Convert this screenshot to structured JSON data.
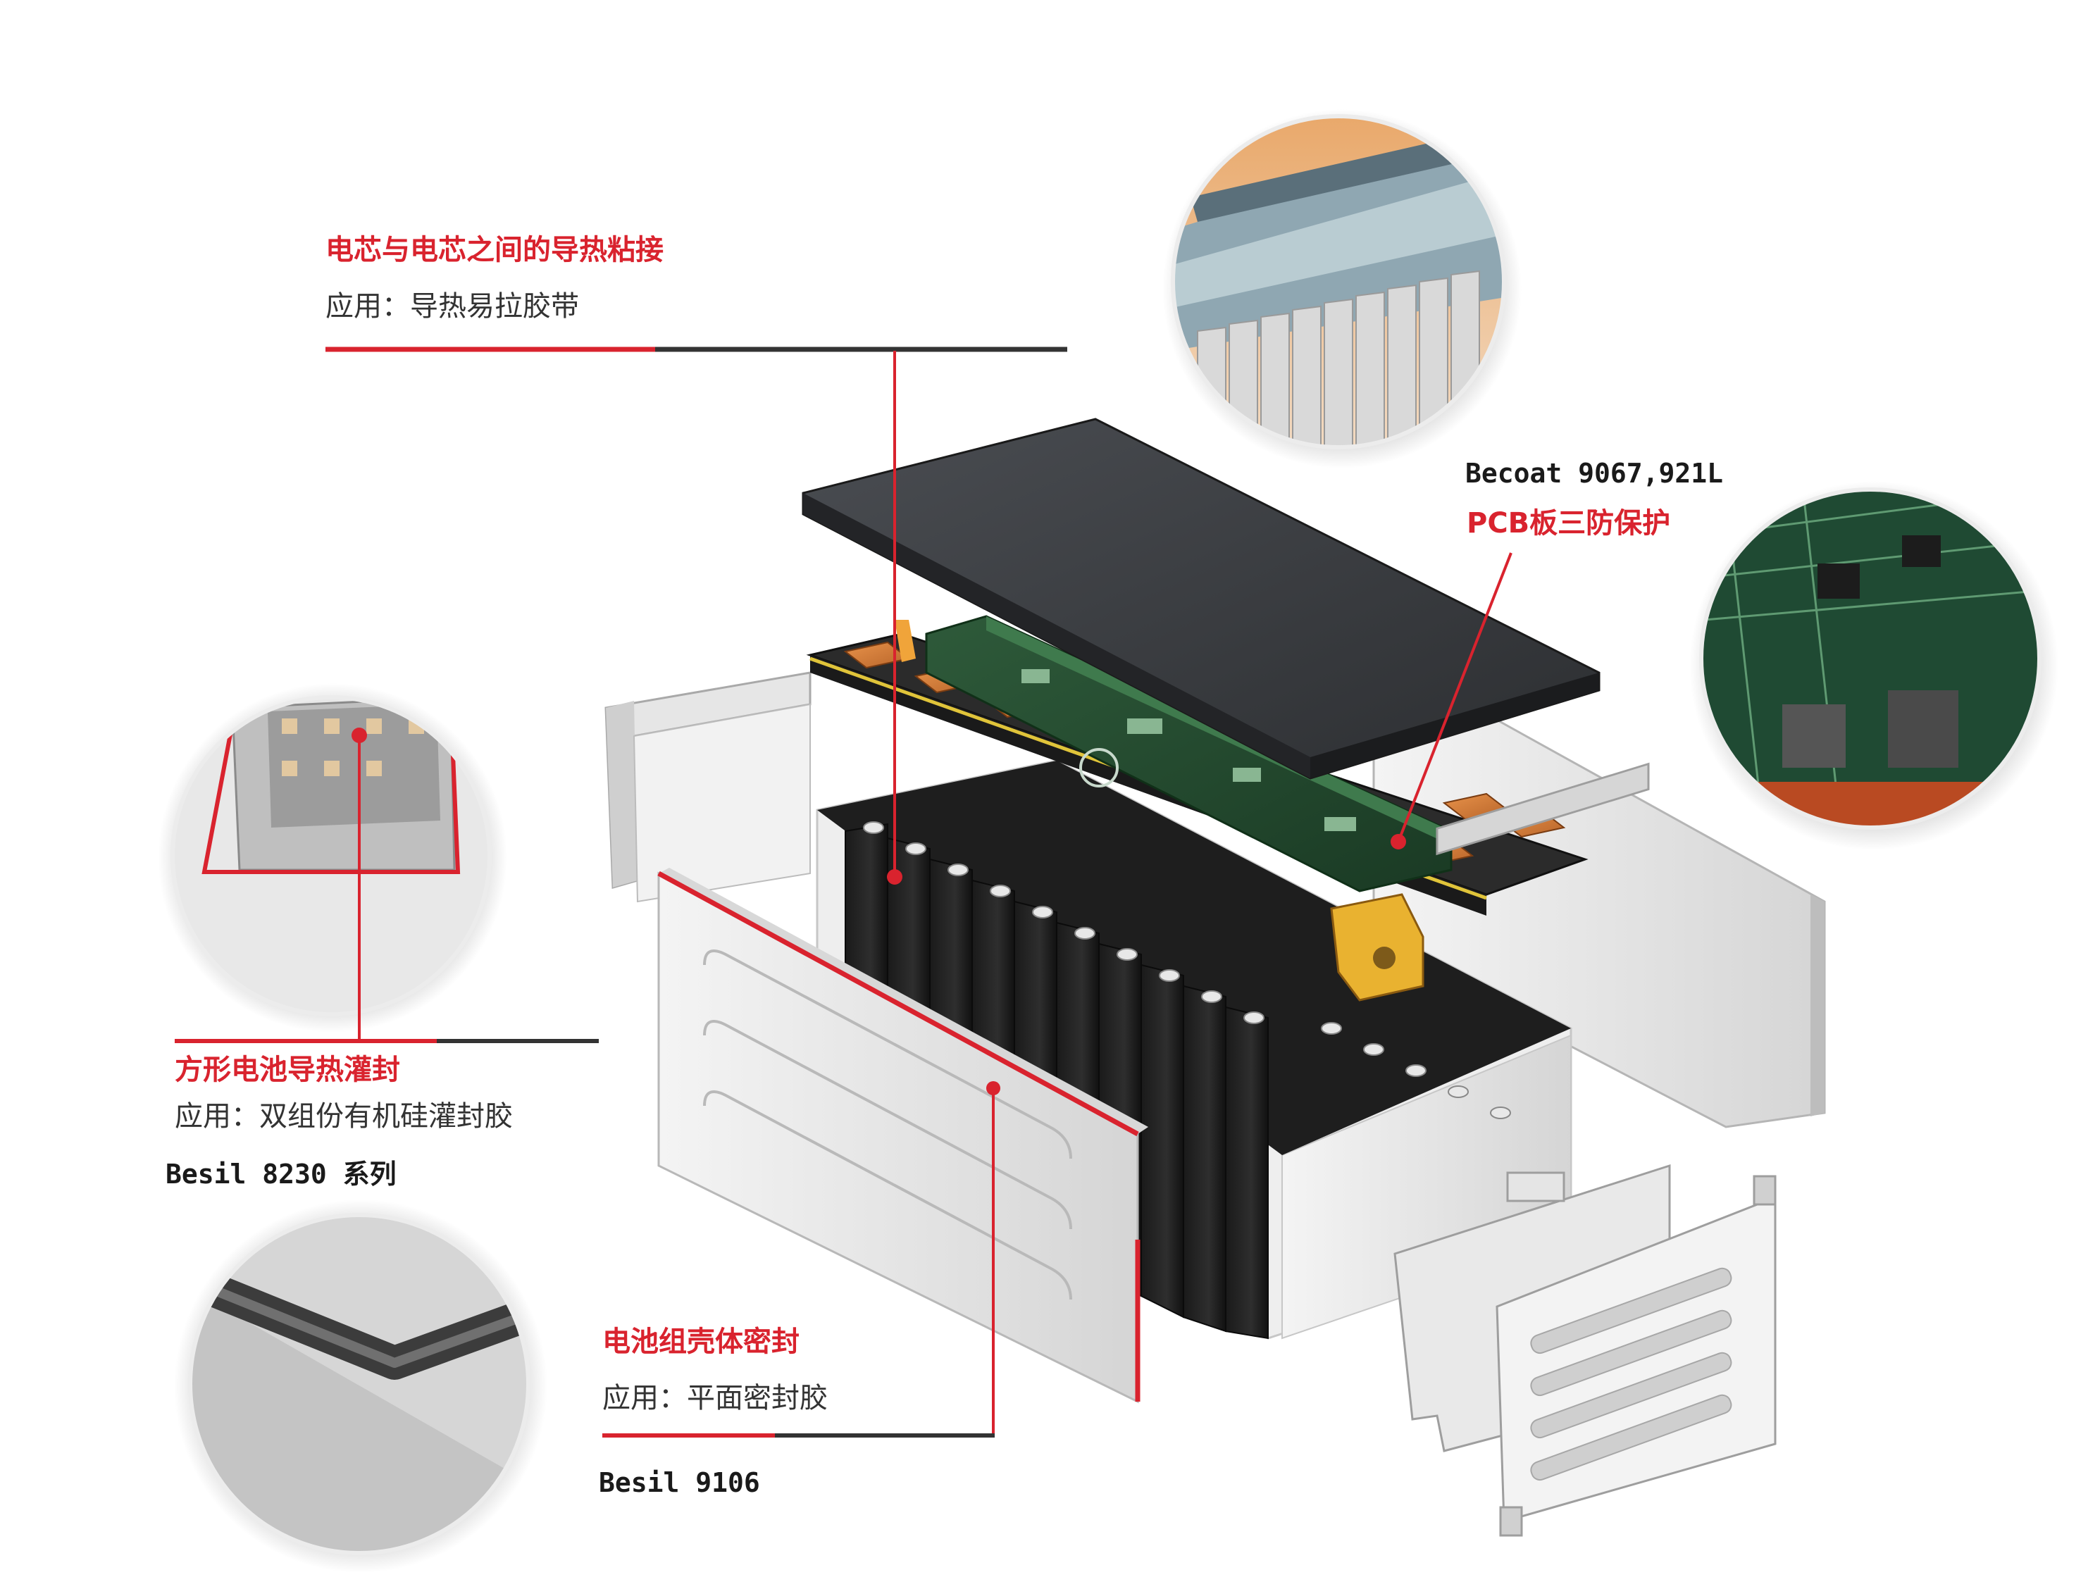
{
  "colors": {
    "accent": "#d9232e",
    "line_dark": "#333333",
    "text": "#333333"
  },
  "callouts": {
    "cell_bonding": {
      "title": "电芯与电芯之间的导热粘接",
      "application": "应用：导热易拉胶带"
    },
    "pcb": {
      "product": "Becoat 9067,921L",
      "title": "PCB板三防保护"
    },
    "prismatic": {
      "title": "方形电池导热灌封",
      "application": "应用：双组份有机硅灌封胶",
      "product": "Besil 8230 系列"
    },
    "housing": {
      "title": "电池组壳体密封",
      "application": "应用：平面密封胶",
      "product": "Besil 9106"
    }
  }
}
